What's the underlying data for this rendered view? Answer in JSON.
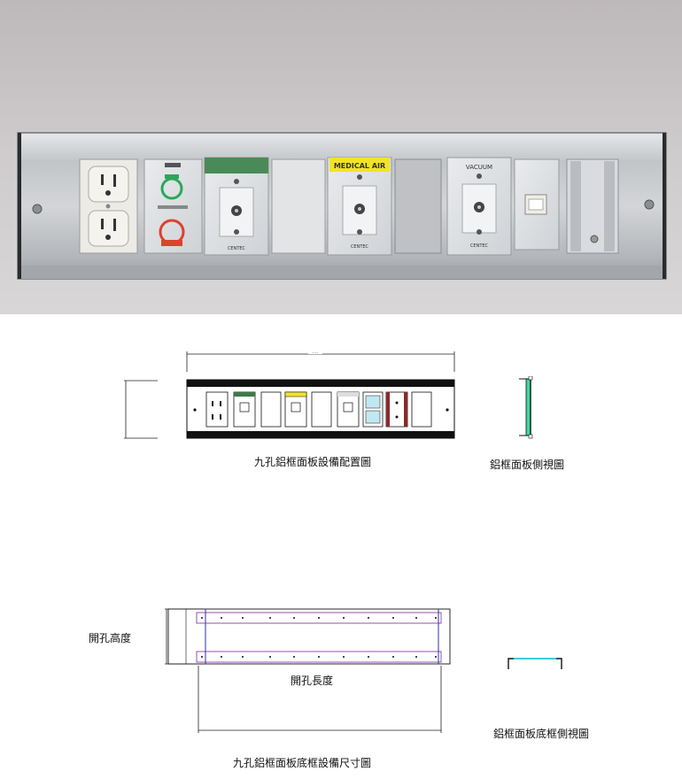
{
  "photo": {
    "labels": {
      "medical_air": "MEDICAL AIR",
      "vacuum": "VACUUM",
      "centec_1": "CENTEC",
      "centec_2": "CENTEC",
      "centec_3": "CENTEC"
    }
  },
  "captions": {
    "front_view": "九孔鋁框面板設備配置圖",
    "side_view": "鋁框面板側視圖",
    "cutout_height": "開孔高度",
    "cutout_length": "開孔長度",
    "base_frame_side_view": "鋁框面板底框側視圖",
    "base_frame_dimensions": "九孔鋁框面板底框設備尺寸圖"
  },
  "colors": {
    "wall": "#c9c6c7",
    "aluminum": "#c8cacd",
    "medical_air_label": "#f2e22a",
    "outline_purple": "#8b3fa6",
    "side_accent": "#3fd9a0"
  }
}
